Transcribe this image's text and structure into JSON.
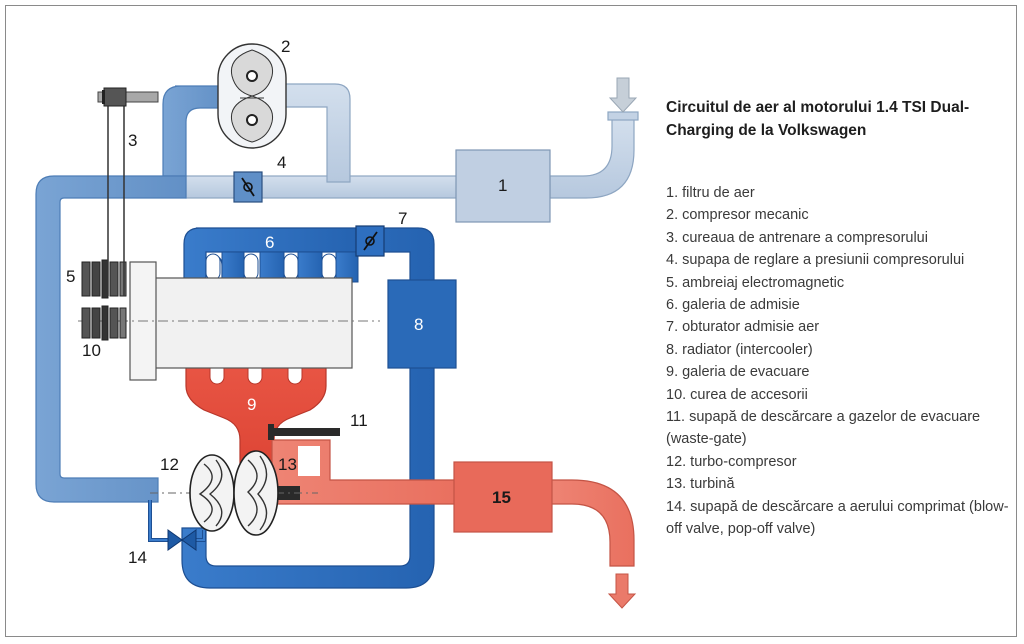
{
  "title": "Circuitul de aer al motorului 1.4 TSI Dual-Charging de la Volkswagen",
  "component_labels": {
    "n1": "1",
    "n2": "2",
    "n3": "3",
    "n4": "4",
    "n5": "5",
    "n6": "6",
    "n7": "7",
    "n8": "8",
    "n9": "9",
    "n10": "10",
    "n11": "11",
    "n12": "12",
    "n13": "13",
    "n14": "14",
    "n15": "15"
  },
  "legend": [
    "1. filtru de aer",
    "2. compresor mecanic",
    "3. cureaua de antrenare a compresorului",
    "4. supapa de reglare a presiunii compresorului",
    "5. ambreiaj electromagnetic",
    "6. galeria de admisie",
    "7. obturator admisie aer",
    "8. radiator (intercooler)",
    "9. galeria de evacuare",
    "10. curea de accesorii",
    "11. supapă de descărcare a gazelor de evacuare (waste-gate)",
    "12. turbo-compresor",
    "13. turbină",
    "14. supapă de descărcare a aerului comprimat (blow-off valve, pop-off valve)"
  ],
  "colors": {
    "fresh_air": "#c3d2e4",
    "fresh_air_edge": "#8ea6c2",
    "compressor_air": "#6f9bce",
    "charged_air": "#2e6fc0",
    "charged_air_edge": "#1d4f93",
    "exhaust_hot": "#e04a3c",
    "exhaust_warm": "#ec7a6a",
    "engine_block": "#f1f1f1"
  }
}
